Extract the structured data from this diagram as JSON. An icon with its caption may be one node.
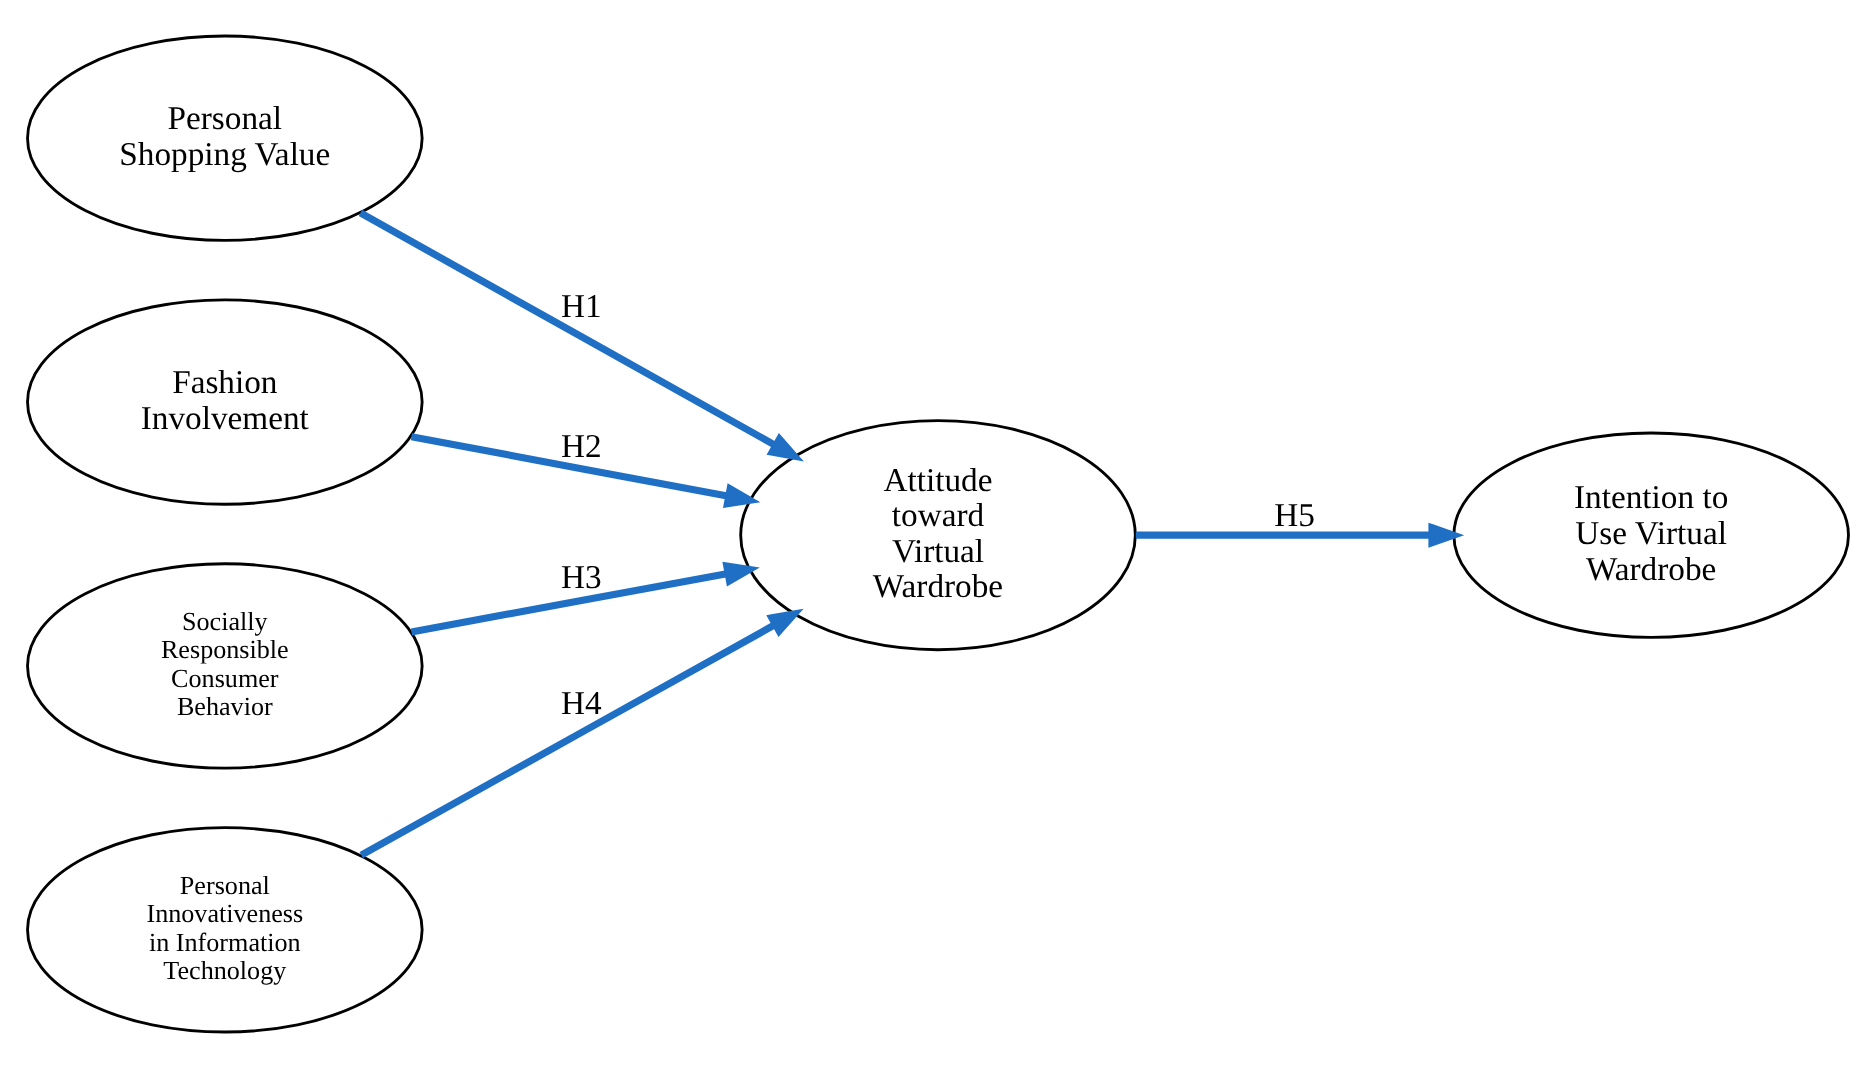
{
  "diagram": {
    "nodes": [
      {
        "text": [
          "Personal Shopping Value"
        ]
      },
      {
        "text": [
          "Fashion Involvement"
        ]
      },
      {
        "text": [
          "Socially Responsible Consumer Behavior"
        ]
      },
      {
        "text": [
          "Personal Innovativeness in Information Technology"
        ]
      },
      {
        "text": [
          "Attitude toward Virtual Wardrobe"
        ]
      },
      {
        "text": [
          "Intention to Use Virtual Wardrobe"
        ]
      }
    ],
    "edges": [
      {
        "from": 0,
        "to": 4,
        "arrow": "to",
        "label": "H1"
      },
      {
        "from": 1,
        "to": 4,
        "arrow": "to",
        "label": "H2"
      },
      {
        "from": 2,
        "to": 4,
        "arrow": "to",
        "label": "H3"
      },
      {
        "from": 3,
        "to": 4,
        "arrow": "to",
        "label": "H4"
      },
      {
        "from": 4,
        "to": 5,
        "arrow": "to",
        "label": "H5"
      }
    ]
  }
}
